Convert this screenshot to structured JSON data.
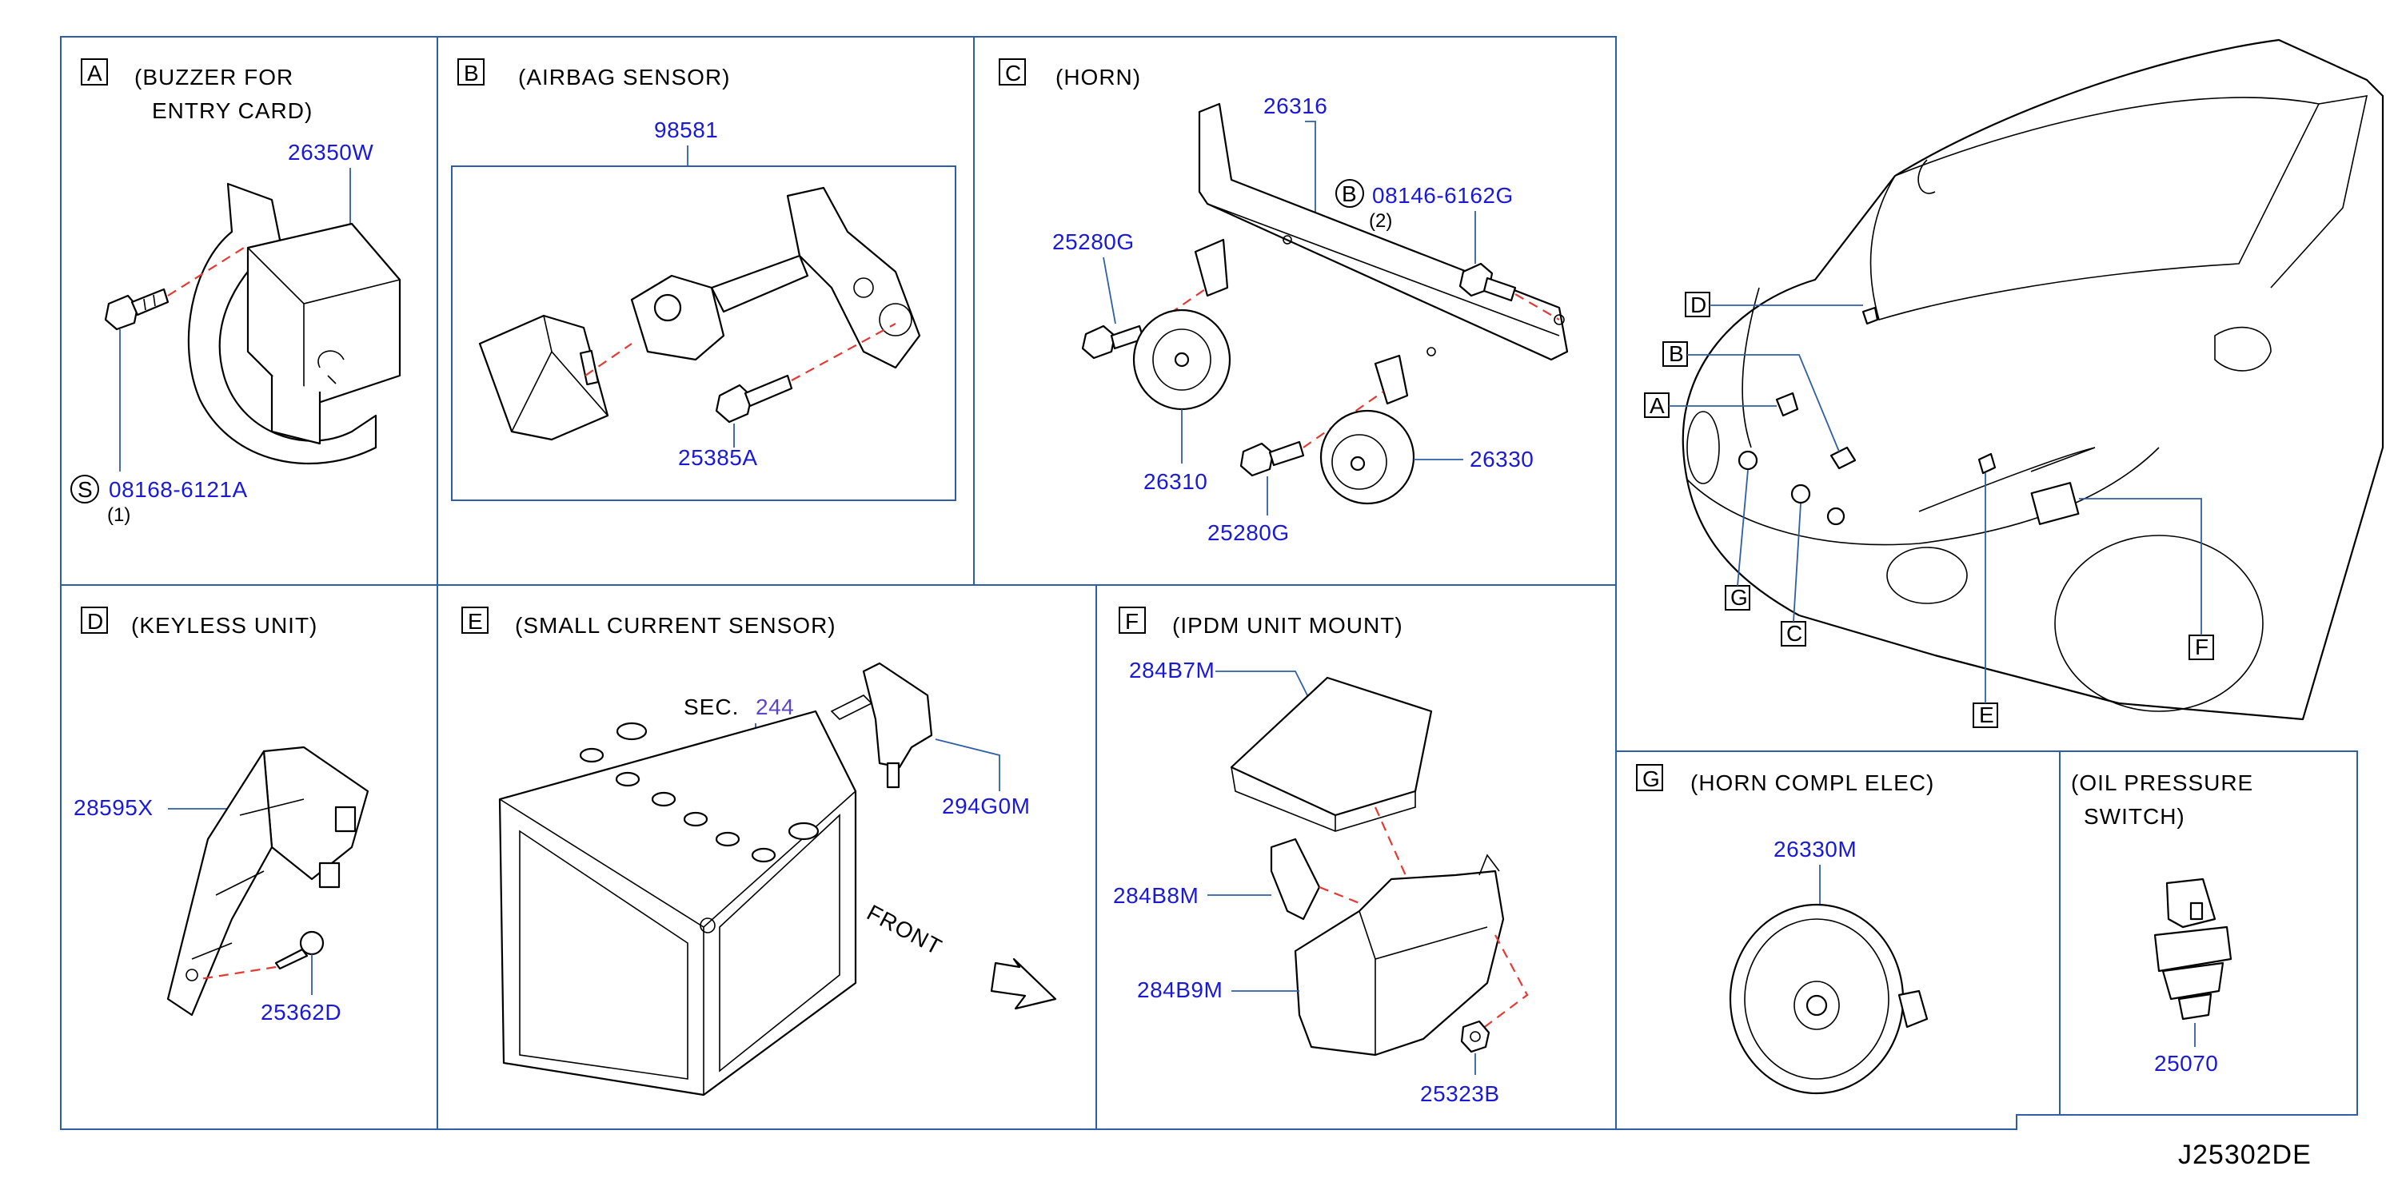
{
  "panels": {
    "A": {
      "letter": "A",
      "title_line1": "(BUZZER  FOR",
      "title_line2": "ENTRY  CARD)",
      "part": "26350W",
      "bolt": "08168-6121A",
      "bolt_symbol": "S",
      "qty": "(1)"
    },
    "B": {
      "letter": "B",
      "title": "(AIRBAG  SENSOR)",
      "part": "98581",
      "bolt": "25385A"
    },
    "C": {
      "letter": "C",
      "title": "(HORN)",
      "bracket": "26316",
      "bolt_symbol": "B",
      "bolt": "08146-6162G",
      "qty": "(2)",
      "screw_top": "25280G",
      "horn_low": "26310",
      "horn_high": "26330",
      "screw_bottom": "25280G"
    },
    "D": {
      "letter": "D",
      "title": "(KEYLESS  UNIT)",
      "part": "28595X",
      "screw": "25362D"
    },
    "E": {
      "letter": "E",
      "title": "(SMALL  CURRENT  SENSOR)",
      "sec_label": "SEC.",
      "sec_number": "244",
      "sensor": "294G0M",
      "front": "FRONT"
    },
    "F": {
      "letter": "F",
      "title": "(IPDM  UNIT  MOUNT)",
      "cover": "284B7M",
      "bracket": "284B8M",
      "case": "284B9M",
      "nut": "25323B"
    },
    "G": {
      "letter": "G",
      "title": "(HORN  COMPL  ELEC)",
      "part": "26330M"
    },
    "H": {
      "title_line1": "(OIL  PRESSURE",
      "title_line2": "SWITCH)",
      "part": "25070"
    }
  },
  "car_callouts": [
    "D",
    "B",
    "A",
    "G",
    "C",
    "E",
    "F"
  ],
  "diagram_code": "J25302DE",
  "colors": {
    "part_number": "#1a1ad6",
    "frame": "#2f5ea8",
    "dashed_line": "#e53935"
  }
}
